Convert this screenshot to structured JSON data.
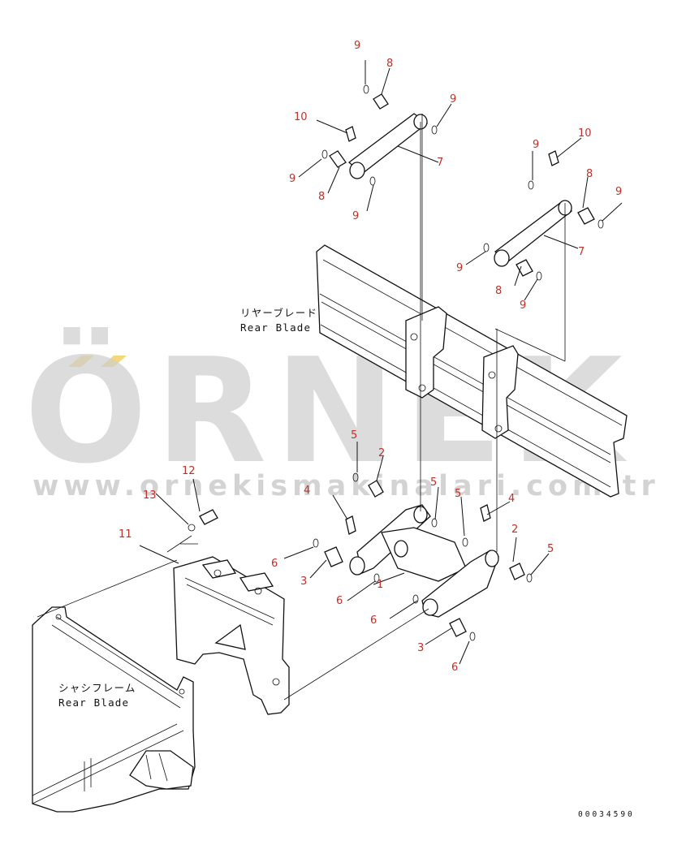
{
  "drawing_code": "00034590",
  "captions": {
    "rear_blade_jp": "リヤーブレード",
    "rear_blade_en": "Rear Blade",
    "chassis_jp": "シャシフレーム",
    "chassis_en": "Rear Blade"
  },
  "watermark": {
    "brand": "ÖRNEK",
    "url": "www.ornekismakinalari.com.tr"
  },
  "colors": {
    "callout": "#c0302a",
    "linework": "#111111",
    "watermark": "#cfcfcf",
    "watermark_accent": "#f3d77a"
  },
  "callouts": [
    {
      "id": "c1",
      "text": "9"
    },
    {
      "id": "c2",
      "text": "8"
    },
    {
      "id": "c3",
      "text": "9"
    },
    {
      "id": "c4",
      "text": "10"
    },
    {
      "id": "c5",
      "text": "7"
    },
    {
      "id": "c6",
      "text": "9"
    },
    {
      "id": "c7",
      "text": "8"
    },
    {
      "id": "c8",
      "text": "9"
    },
    {
      "id": "c9",
      "text": "10"
    },
    {
      "id": "c10",
      "text": "9"
    },
    {
      "id": "c11",
      "text": "8"
    },
    {
      "id": "c12",
      "text": "9"
    },
    {
      "id": "c13",
      "text": "7"
    },
    {
      "id": "c14",
      "text": "9"
    },
    {
      "id": "c15",
      "text": "8"
    },
    {
      "id": "c16",
      "text": "9"
    },
    {
      "id": "c17",
      "text": "5"
    },
    {
      "id": "c18",
      "text": "2"
    },
    {
      "id": "c19",
      "text": "12"
    },
    {
      "id": "c20",
      "text": "13"
    },
    {
      "id": "c21",
      "text": "4"
    },
    {
      "id": "c22",
      "text": "5"
    },
    {
      "id": "c23",
      "text": "5"
    },
    {
      "id": "c24",
      "text": "4"
    },
    {
      "id": "c25",
      "text": "11"
    },
    {
      "id": "c26",
      "text": "2"
    },
    {
      "id": "c27",
      "text": "5"
    },
    {
      "id": "c28",
      "text": "6"
    },
    {
      "id": "c29",
      "text": "3"
    },
    {
      "id": "c30",
      "text": "1"
    },
    {
      "id": "c31",
      "text": "6"
    },
    {
      "id": "c32",
      "text": "6"
    },
    {
      "id": "c33",
      "text": "3"
    },
    {
      "id": "c34",
      "text": "6"
    }
  ]
}
